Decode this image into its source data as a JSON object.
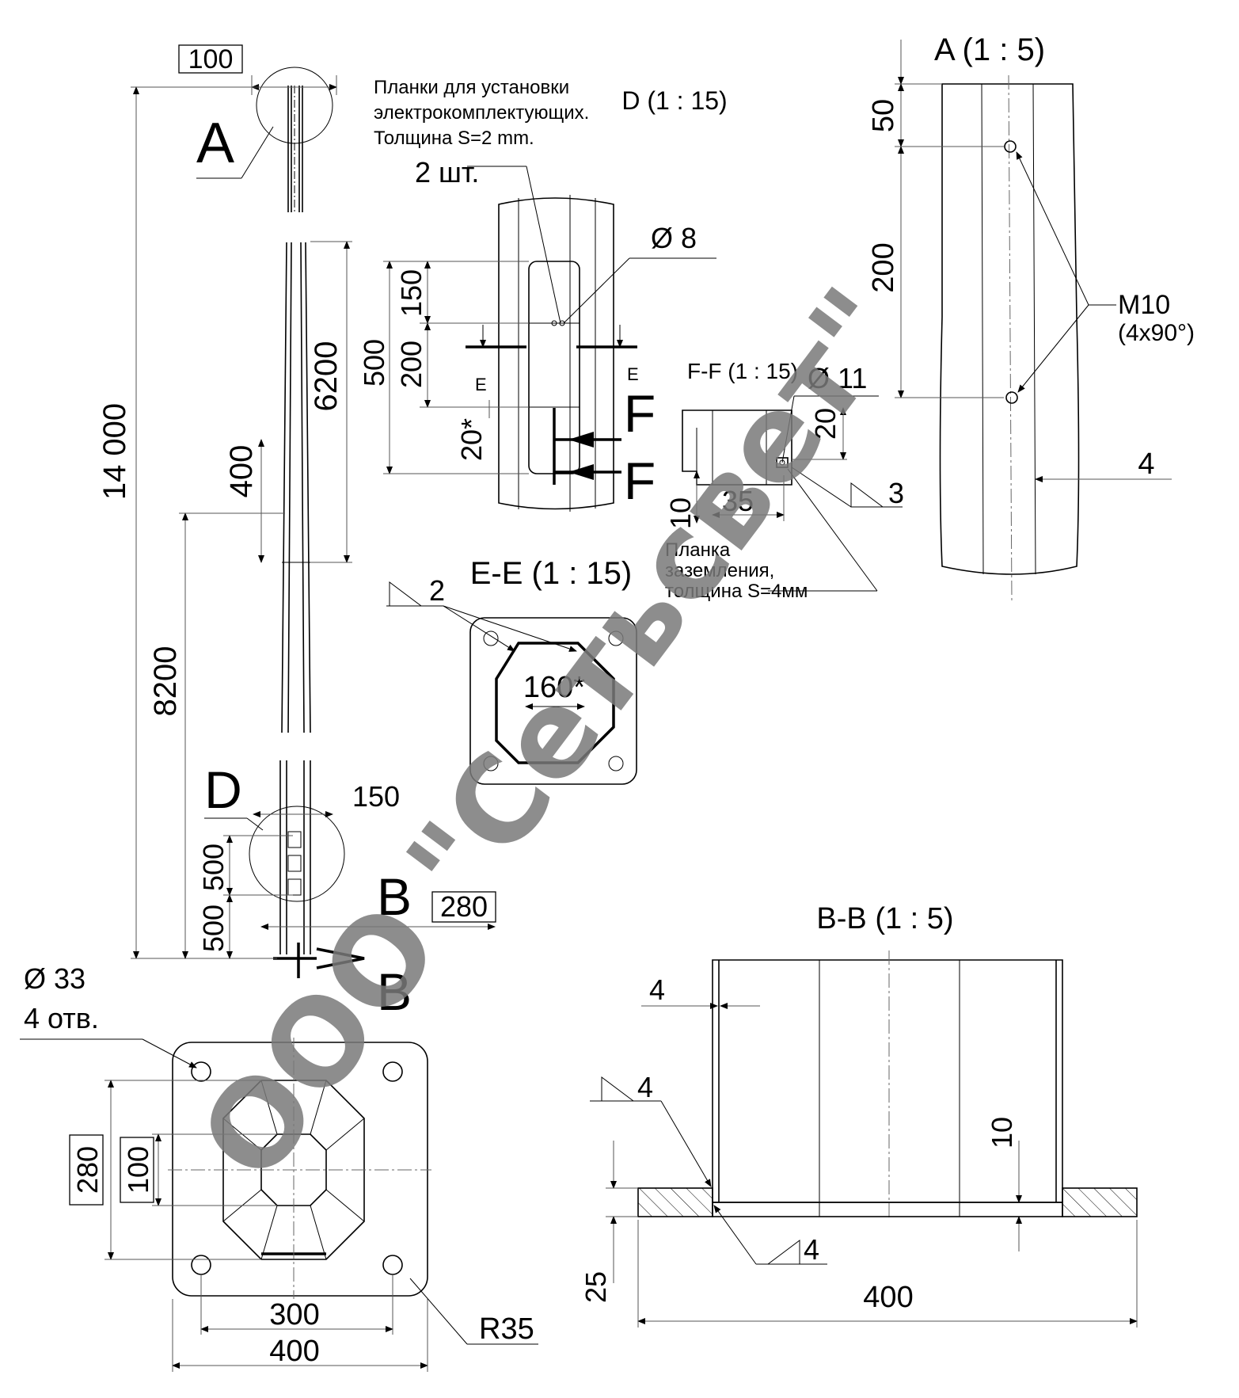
{
  "view_labels": {
    "A_detail": "A (1 : 5)",
    "D_detail": "D (1 : 15)",
    "FF_section": "F-F (1 : 15)",
    "EE_section": "E-E (1 : 15)",
    "BB_section": "B-B (1 : 5)"
  },
  "callouts": {
    "A": "A",
    "D": "D",
    "B_top": "B",
    "B_bottom": "B",
    "F_top": "F",
    "F_bottom": "F",
    "E_left": "E",
    "E_right": "E"
  },
  "notes": {
    "plates_line1": "Планки для установки",
    "plates_line2": "электрокомплектующих.",
    "plates_line3": "Толщина S=2 mm.",
    "qty": "2 шт.",
    "ground_line1": "Планка",
    "ground_line2": "заземления,",
    "ground_line3": "толщина S=4мм",
    "holes_dia": "Ø 33",
    "holes_count": "4 отв.",
    "thread": "M10",
    "thread_pattern": "(4x90°)"
  },
  "dimensions": {
    "top_width": "100",
    "total_height": "14 000",
    "upper_section": "6200",
    "overlap": "400",
    "lower_section": "8200",
    "d_width": "150",
    "d_500a": "500",
    "d_500b": "500",
    "base_ref": "280",
    "dd_500": "500",
    "dd_150": "150",
    "dd_200": "200",
    "dd_20": "20*",
    "dd_hole": "Ø 8",
    "ff_hole": "Ø 11",
    "ff_20": "20",
    "ff_35": "35",
    "ff_10": "10",
    "ff_weld": "3",
    "a_50": "50",
    "a_200": "200",
    "a_4": "4",
    "ee_weld": "2",
    "ee_160": "160*",
    "base_280": "280",
    "base_100": "100",
    "base_300": "300",
    "base_400": "400",
    "base_r": "R35",
    "bb_4": "4",
    "bb_weld_top": "4",
    "bb_weld_bot": "4",
    "bb_10": "10",
    "bb_25": "25",
    "bb_400": "400"
  },
  "watermark": "ООО \"Сетьсвет\""
}
